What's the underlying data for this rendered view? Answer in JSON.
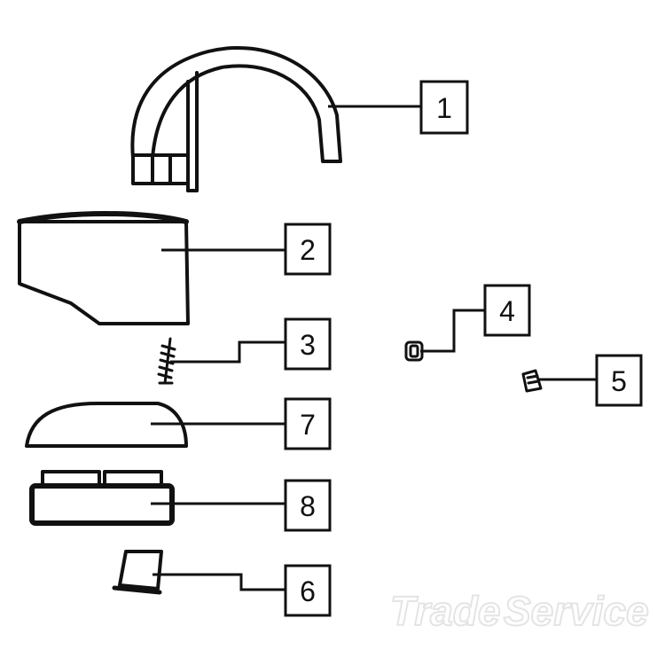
{
  "parts": [
    {
      "id": "1",
      "label": "1"
    },
    {
      "id": "2",
      "label": "2"
    },
    {
      "id": "3",
      "label": "3"
    },
    {
      "id": "4",
      "label": "4"
    },
    {
      "id": "5",
      "label": "5"
    },
    {
      "id": "6",
      "label": "6"
    },
    {
      "id": "7",
      "label": "7"
    },
    {
      "id": "8",
      "label": "8"
    }
  ],
  "watermark": {
    "word1": "Trade",
    "word2": "Service"
  },
  "colors": {
    "line": "#111111",
    "fill": "#ffffff",
    "watermark": "#e8e8e8"
  }
}
